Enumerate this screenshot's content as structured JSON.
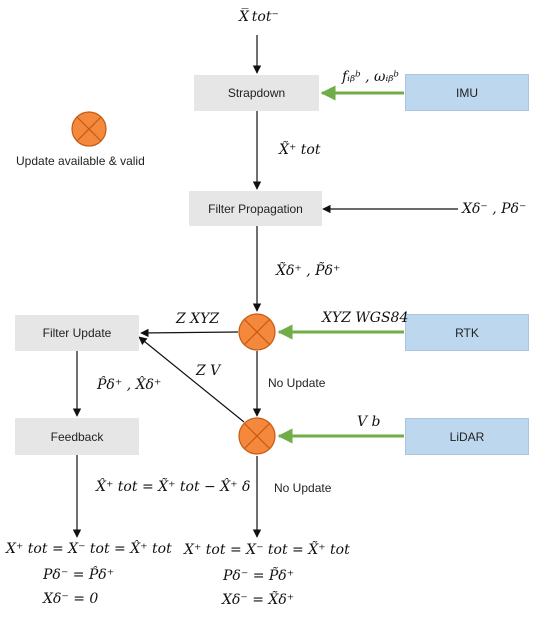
{
  "boxes": {
    "strapdown": "Strapdown",
    "imu": "IMU",
    "filter_propagation": "Filter Propagation",
    "filter_update": "Filter Update",
    "feedback": "Feedback",
    "rtk": "RTK",
    "lidar": "LiDAR"
  },
  "legend": {
    "label": "Update available & valid"
  },
  "labels": {
    "no_update_1": "No Update",
    "no_update_2": "No Update"
  },
  "math": {
    "x_tot_minus": "X̅ tot⁻",
    "imu_signal": "fᵢᵦᵇ , ωᵢᵦᵇ",
    "x_tilde_tot_plus": "X̃⁺ tot",
    "x_delta_p_delta_minus": "Xδ⁻ , Pδ⁻",
    "x_delta_p_delta_plus_tilde": "X̃δ⁺ , P̃δ⁺",
    "z_xyz": "Z XYZ",
    "xyz_wgs84": "XYZ WGS84",
    "z_v": "Z V",
    "v_b": "V b",
    "p_hat_x_hat": "P̂δ⁺ , X̂δ⁺",
    "feedback_eq": "X̂⁺ tot = X̃⁺ tot − X̂⁺ δ",
    "left_eq_1": "X⁺ tot = X⁻ tot = X̂⁺ tot",
    "left_eq_2": "Pδ⁻ = P̂δ⁺",
    "left_eq_3": "Xδ⁻ = 0",
    "right_eq_1": "X⁺ tot = X⁻ tot = X̃⁺ tot",
    "right_eq_2": "Pδ⁻ = P̃δ⁺",
    "right_eq_3": "Xδ⁻ = X̃δ⁺"
  },
  "colors": {
    "gray_box": "#e6e6e6",
    "blue_box": "#bdd7ee",
    "node_fill": "#f4883c",
    "node_stroke": "#c55a11",
    "green_arrow": "#70ad47",
    "black_arrow": "#111111"
  }
}
